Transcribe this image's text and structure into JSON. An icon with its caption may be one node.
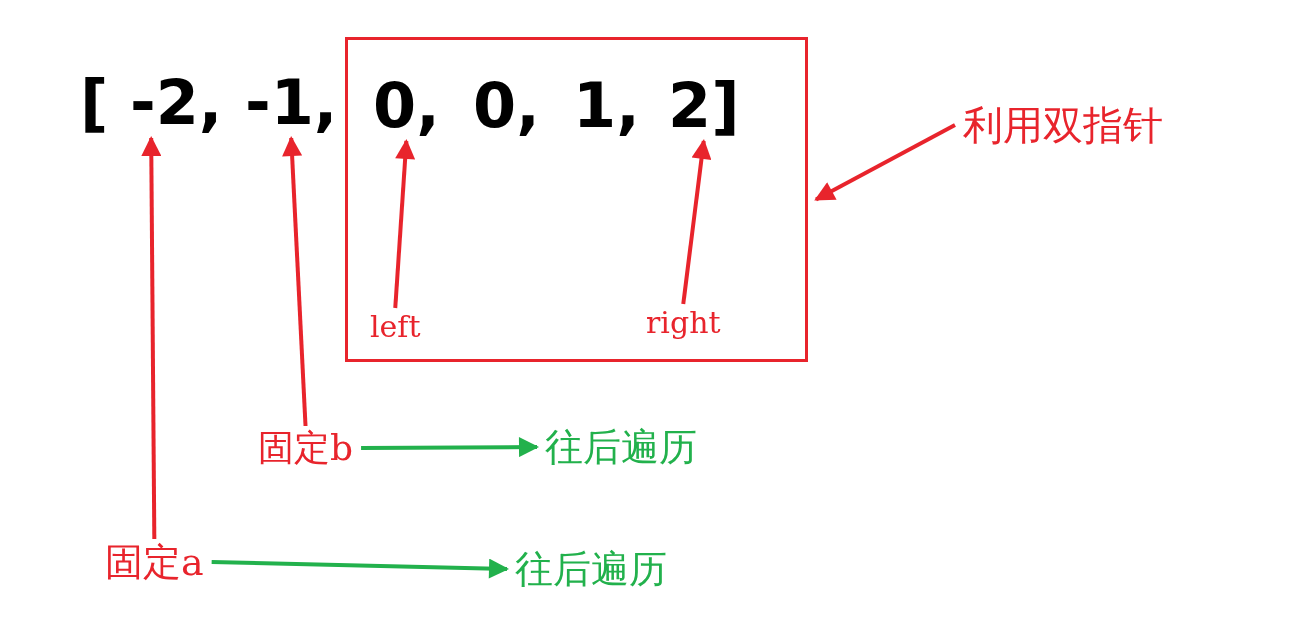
{
  "diagram": {
    "nodes": [
      {
        "text": [
          "[ -2,"
        ]
      },
      {
        "text": [
          "-1,"
        ]
      },
      {
        "text": [],
        "shape": "box"
      },
      {
        "text": [
          "0,"
        ],
        "in": 2
      },
      {
        "text": [
          "0,"
        ],
        "in": 2
      },
      {
        "text": [
          "1,"
        ],
        "in": 2
      },
      {
        "text": [
          "2]"
        ],
        "in": 2
      },
      {
        "text": [
          "left"
        ],
        "in": 2
      },
      {
        "text": [
          "right"
        ],
        "in": 2
      },
      {
        "text": [
          "利用双指针"
        ]
      },
      {
        "text": [
          "固定b"
        ]
      },
      {
        "text": [
          "往后遍历"
        ]
      },
      {
        "text": [
          "固定a"
        ]
      },
      {
        "text": [
          "往后遍历"
        ]
      }
    ],
    "edges": [
      {
        "from": 7,
        "to": 3,
        "arrow": "to"
      },
      {
        "from": 8,
        "to": 6,
        "arrow": "to"
      },
      {
        "from": 9,
        "to": 2,
        "arrow": "to"
      },
      {
        "from": 10,
        "to": 1,
        "arrow": "to"
      },
      {
        "from": 10,
        "to": 11,
        "arrow": "to",
        "color": "#22b14c"
      },
      {
        "from": 12,
        "to": 0,
        "arrow": "to"
      },
      {
        "from": 12,
        "to": 13,
        "arrow": "to",
        "color": "#22b14c"
      }
    ]
  }
}
